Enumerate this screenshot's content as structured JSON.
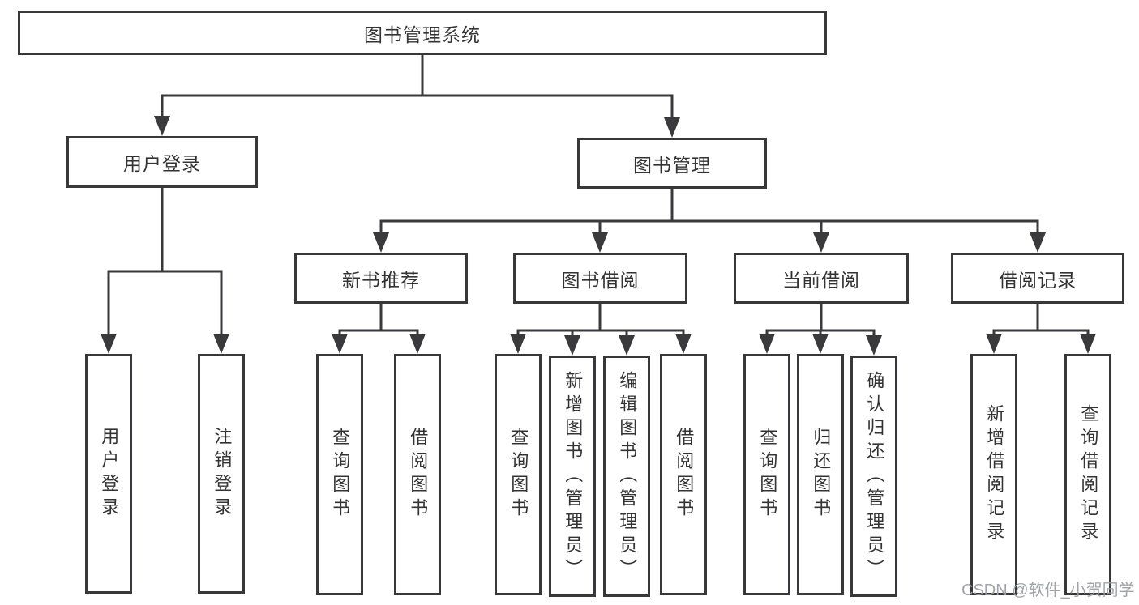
{
  "diagram": {
    "tree": {
      "label": "图书管理系统",
      "children": [
        {
          "label": "用户登录",
          "children": [
            {
              "label": "用户登录"
            },
            {
              "label": "注销登录"
            }
          ]
        },
        {
          "label": "图书管理",
          "children": [
            {
              "label": "新书推荐",
              "children": [
                {
                  "label": "查询图书"
                },
                {
                  "label": "借阅图书"
                }
              ]
            },
            {
              "label": "图书借阅",
              "children": [
                {
                  "label": "查询图书"
                },
                {
                  "label": "新增图书（管理员）"
                },
                {
                  "label": "编辑图书（管理员）"
                },
                {
                  "label": "借阅图书"
                }
              ]
            },
            {
              "label": "当前借阅",
              "children": [
                {
                  "label": "查询图书"
                },
                {
                  "label": "归还图书"
                },
                {
                  "label": "确认归还（管理员）"
                }
              ]
            },
            {
              "label": "借阅记录",
              "children": [
                {
                  "label": "新增借阅记录"
                },
                {
                  "label": "查询借阅记录"
                }
              ]
            }
          ]
        }
      ]
    }
  },
  "watermark": {
    "text": "CSDN @软件_小贺同学"
  },
  "colors": {
    "line": "#3a3a3c",
    "box_border": "#38383a",
    "text": "#333333",
    "watermark": "#9e9fa4",
    "background": "#ffffff"
  }
}
